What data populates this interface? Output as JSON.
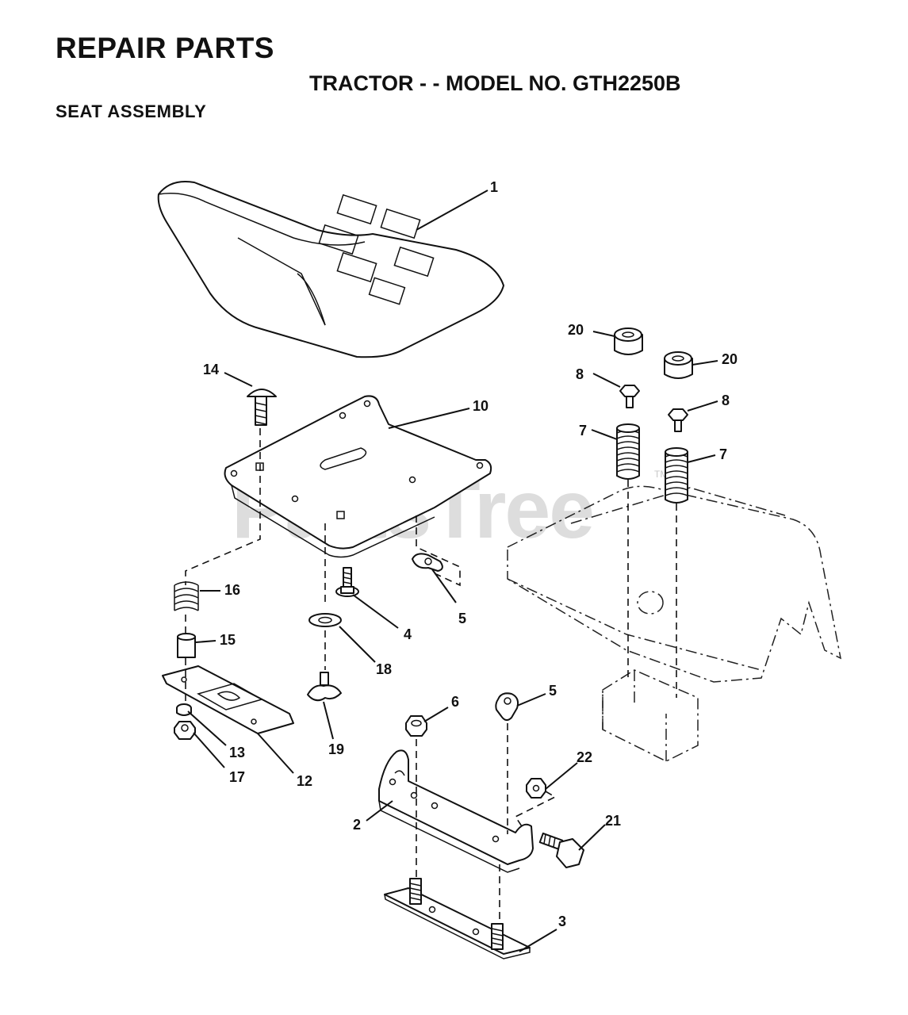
{
  "header": {
    "title": "REPAIR PARTS",
    "model": "TRACTOR - - MODEL NO. GTH2250B",
    "section": "SEAT ASSEMBLY"
  },
  "watermark": {
    "text": "PartsTree",
    "mark": "TM"
  },
  "callouts": {
    "p1": "1",
    "p2": "2",
    "p3": "3",
    "p4": "4",
    "p5a": "5",
    "p5b": "5",
    "p6": "6",
    "p7a": "7",
    "p7b": "7",
    "p8a": "8",
    "p8b": "8",
    "p10": "10",
    "p12": "12",
    "p13": "13",
    "p14": "14",
    "p15": "15",
    "p16": "16",
    "p17": "17",
    "p18": "18",
    "p19": "19",
    "p20a": "20",
    "p20b": "20",
    "p21": "21",
    "p22": "22"
  }
}
